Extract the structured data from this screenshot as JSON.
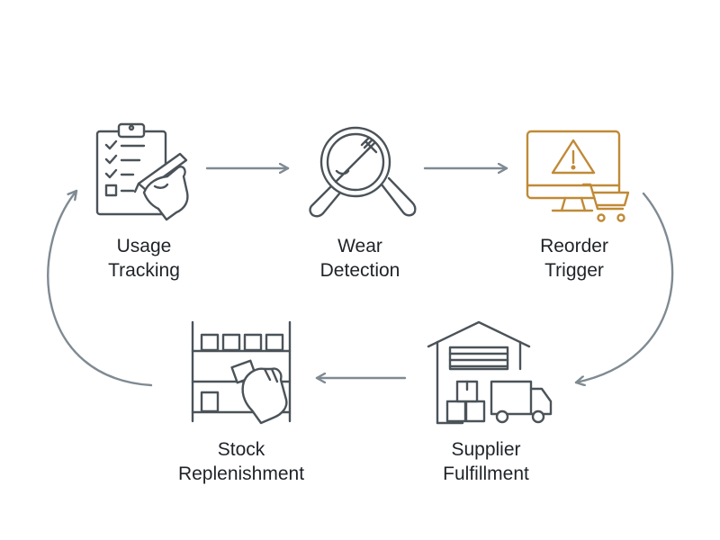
{
  "colors": {
    "stroke": "#4b5359",
    "accent": "#c08a37",
    "arrow": "#7f8a92",
    "text": "#1f2328"
  },
  "steps": [
    {
      "id": "usage",
      "icon": "clipboard-checklist-icon",
      "line1": "Usage",
      "line2": "Tracking"
    },
    {
      "id": "wear",
      "icon": "magnifier-wrench-icon",
      "line1": "Wear",
      "line2": "Detection"
    },
    {
      "id": "reorder",
      "icon": "monitor-alert-cart-icon",
      "line1": "Reorder",
      "line2": "Trigger"
    },
    {
      "id": "supplier",
      "icon": "warehouse-truck-icon",
      "line1": "Supplier",
      "line2": "Fulfillment"
    },
    {
      "id": "stock",
      "icon": "shelf-hand-icon",
      "line1": "Stock",
      "line2": "Replenishment"
    }
  ]
}
